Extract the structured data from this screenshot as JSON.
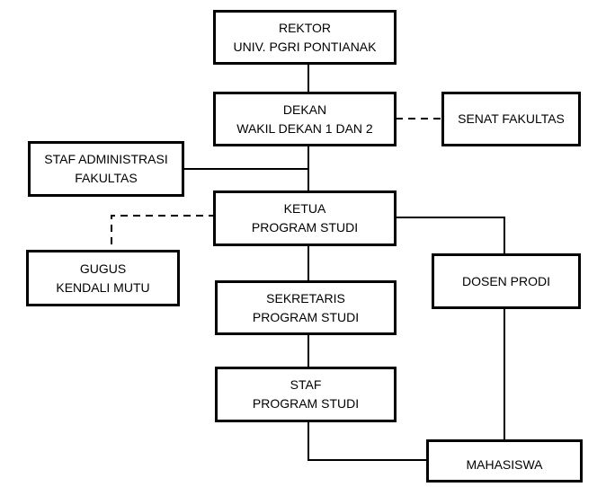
{
  "nodes": {
    "rektor": [
      "REKTOR",
      "UNIV. PGRI PONTIANAK"
    ],
    "dekan": [
      "DEKAN",
      "WAKIL DEKAN 1 DAN 2"
    ],
    "senat": [
      "SENAT FAKULTAS"
    ],
    "staf_admin": [
      "STAF ADMINISTRASI",
      "FAKULTAS"
    ],
    "ketua": [
      "KETUA",
      "PROGRAM STUDI"
    ],
    "gugus": [
      "GUGUS",
      "KENDALI MUTU"
    ],
    "dosen": [
      "DOSEN PRODI"
    ],
    "sekretaris": [
      "SEKRETARIS",
      "PROGRAM STUDI"
    ],
    "staf_prodi": [
      "STAF",
      "PROGRAM STUDI"
    ],
    "mahasiswa": [
      "MAHASISWA"
    ]
  },
  "colors": {
    "line": "#000000",
    "box_fill": "#ffffff"
  }
}
